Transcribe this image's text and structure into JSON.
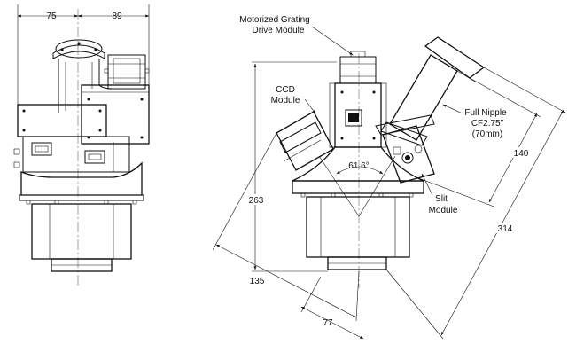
{
  "drawing": {
    "left_view": {
      "dim_left": "75",
      "dim_right": "89"
    },
    "right_view": {
      "angle": "61.6°",
      "dim_height": "263",
      "dim_width": "135",
      "dim_offset": "77",
      "dim_diagonal": "314",
      "dim_nipple": "140"
    },
    "callouts": {
      "grating_line1": "Motorized Grating",
      "grating_line2": "Drive Module",
      "ccd_line1": "CCD",
      "ccd_line2": "Module",
      "nipple_line1": "Full Nipple",
      "nipple_line2": "CF2.75\"",
      "nipple_line3": "(70mm)",
      "slit_line1": "Slit",
      "slit_line2": "Module"
    }
  }
}
